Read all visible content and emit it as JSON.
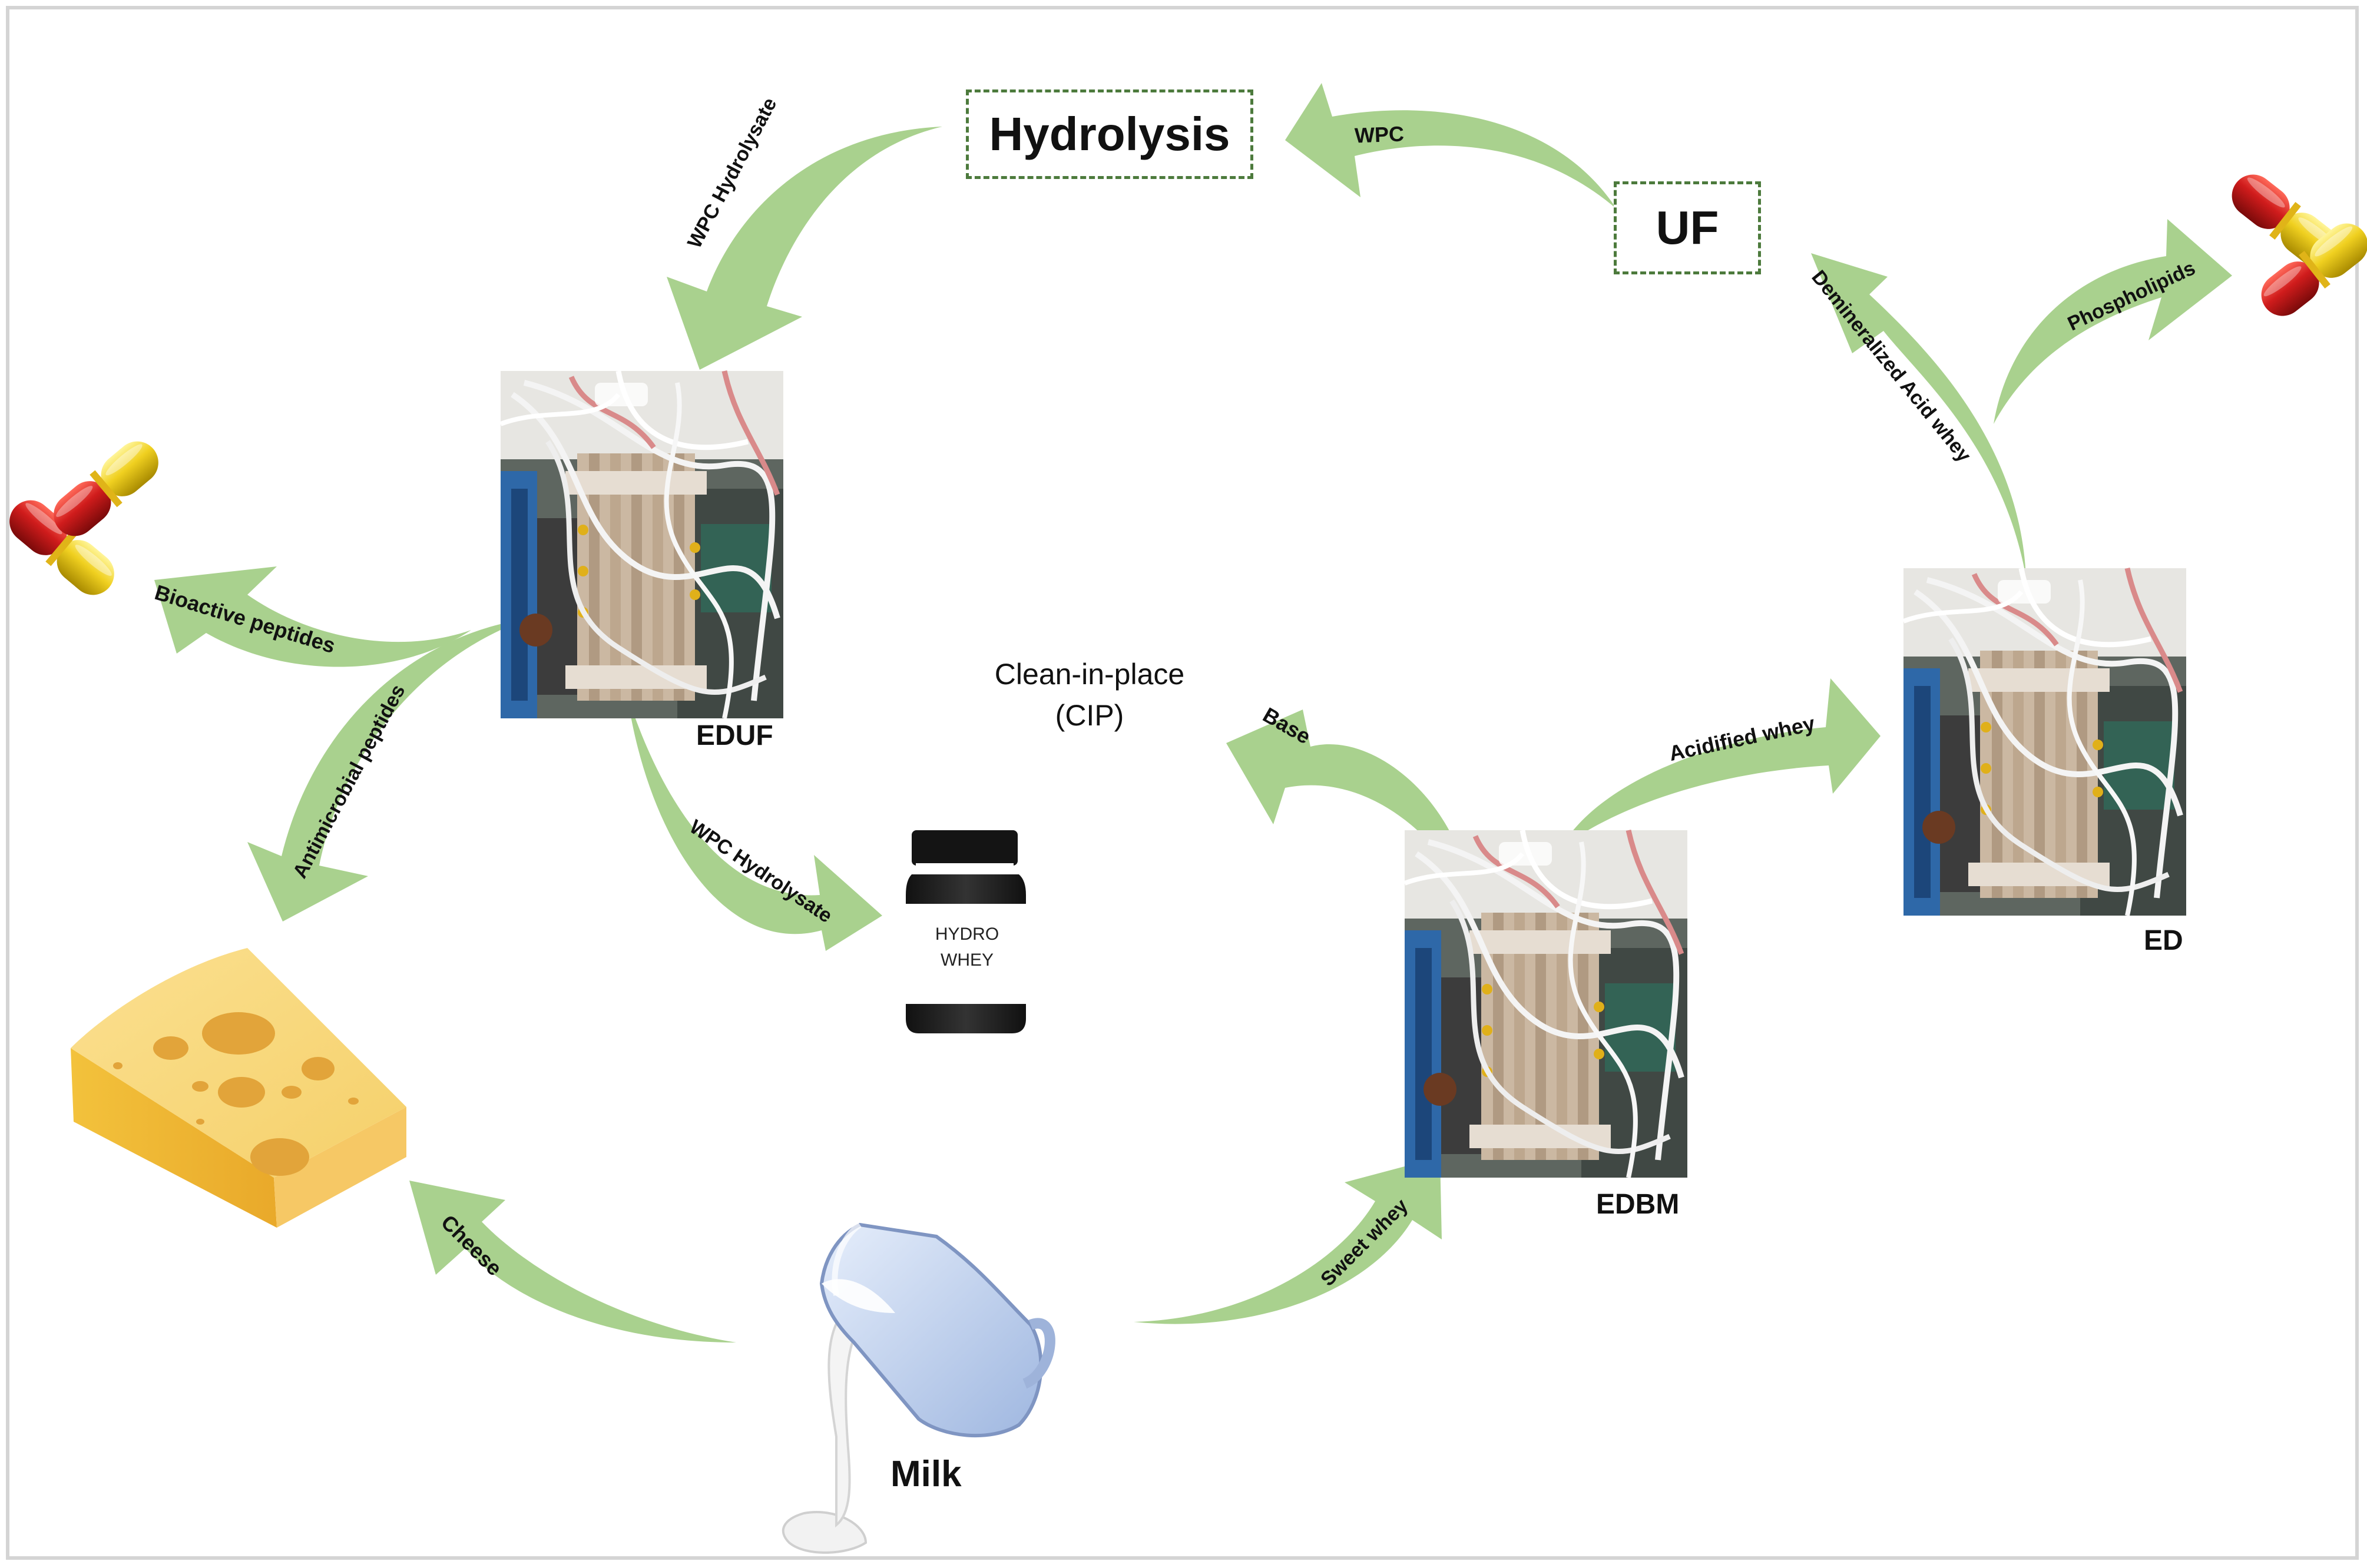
{
  "nodes": {
    "hydrolysis": "Hydrolysis",
    "uf": "UF",
    "eduf": "EDUF",
    "edbm": "EDBM",
    "ed": "ED",
    "milk": "Milk",
    "cip_line1": "Clean-in-place",
    "cip_line2": "(CIP)",
    "jar_line1": "HYDRO",
    "jar_line2": "WHEY"
  },
  "arrows": {
    "wpc": "WPC",
    "wpc_hydrolysate_top": "WPC Hydrolysate",
    "bioactive_peptides": "Bioactive peptides",
    "antimicrobial_peptides": "Antimicrobial peptides",
    "wpc_hydrolysate_bottom": "WPC Hydrolysate",
    "base": "Base",
    "acidified_whey": "Acidified whey",
    "demineralized_acid_whey": "Demineralized Acid whey",
    "phospholipids": "Phospholipids",
    "cheese": "Cheese",
    "sweet_whey": "Sweet whey"
  },
  "colors": {
    "arrow_fill": "#a9d18e",
    "box_border": "#4c7a3c",
    "capsule_red": "#c8161d",
    "capsule_yellow": "#f2d318",
    "cheese": "#f7d05a",
    "milk_blue": "#b8cdeb"
  }
}
